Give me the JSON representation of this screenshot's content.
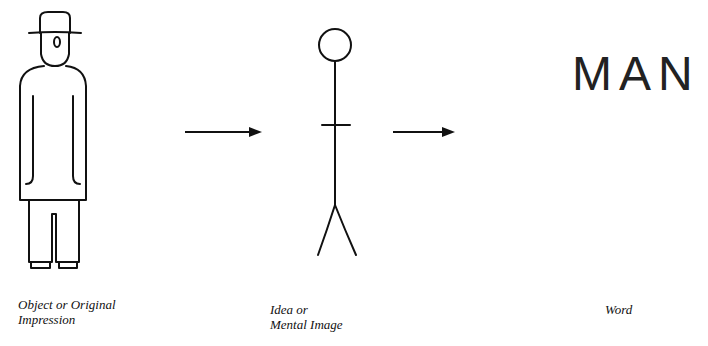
{
  "diagram": {
    "nodes": [
      {
        "text": [
          "Object or Original Impression"
        ]
      },
      {
        "text": [
          "Idea or Mental Image"
        ]
      },
      {
        "text": [
          "MAN",
          "Word"
        ]
      }
    ],
    "edges": [
      {
        "from": 0,
        "to": 1,
        "arrow": "to"
      },
      {
        "from": 1,
        "to": 2,
        "arrow": "to"
      }
    ]
  }
}
